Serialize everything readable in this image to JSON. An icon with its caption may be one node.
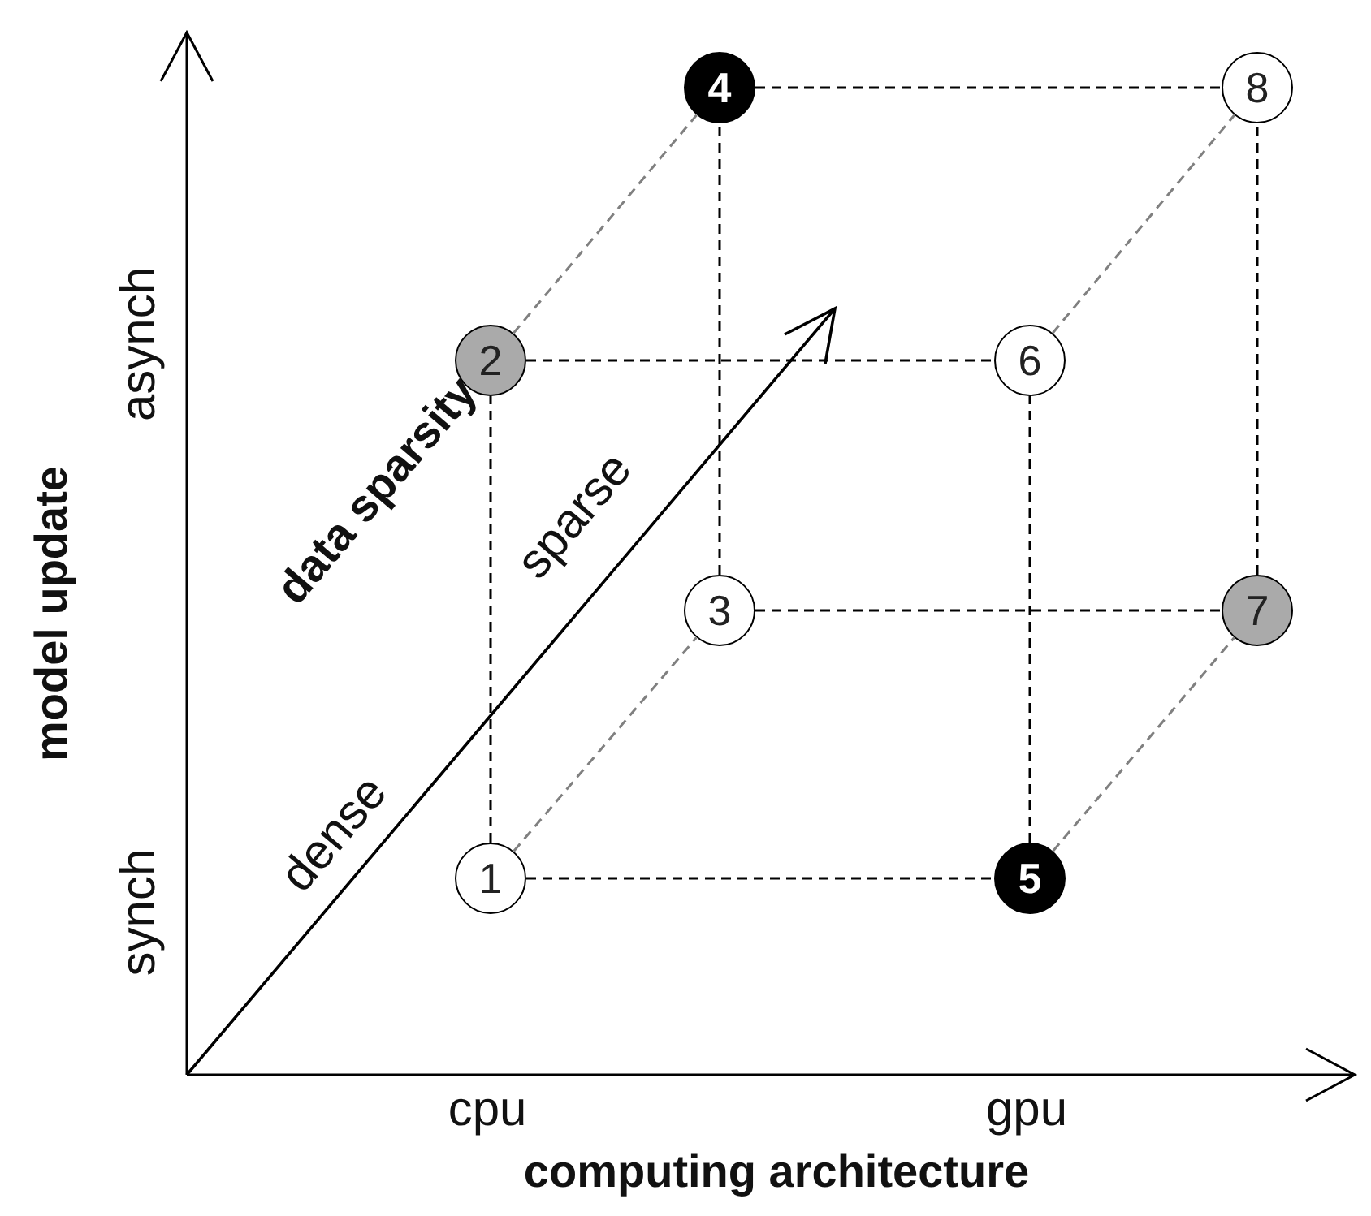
{
  "diagram": {
    "nodes": [
      {
        "text": [
          "1"
        ]
      },
      {
        "text": [
          "2"
        ]
      },
      {
        "text": [
          "3"
        ]
      },
      {
        "text": [
          "4"
        ]
      },
      {
        "text": [
          "5"
        ]
      },
      {
        "text": [
          "6"
        ]
      },
      {
        "text": [
          "7"
        ]
      },
      {
        "text": [
          "8"
        ]
      }
    ],
    "edges": [
      {
        "from": 0,
        "to": 4,
        "arrow": "none",
        "style": "dashed"
      },
      {
        "from": 0,
        "to": 1,
        "arrow": "none",
        "style": "dashed"
      },
      {
        "from": 0,
        "to": 2,
        "arrow": "none",
        "style": "dashed",
        "color": "#808080"
      },
      {
        "from": 1,
        "to": 5,
        "arrow": "none",
        "style": "dashed"
      },
      {
        "from": 1,
        "to": 3,
        "arrow": "none",
        "style": "dashed",
        "color": "#808080"
      },
      {
        "from": 2,
        "to": 6,
        "arrow": "none",
        "style": "dashed"
      },
      {
        "from": 2,
        "to": 3,
        "arrow": "none",
        "style": "dashed"
      },
      {
        "from": 4,
        "to": 5,
        "arrow": "none",
        "style": "dashed"
      },
      {
        "from": 4,
        "to": 6,
        "arrow": "none",
        "style": "dashed",
        "color": "#808080"
      },
      {
        "from": 5,
        "to": 7,
        "arrow": "none",
        "style": "dashed",
        "color": "#808080"
      },
      {
        "from": 3,
        "to": 7,
        "arrow": "none",
        "style": "dashed"
      },
      {
        "from": 6,
        "to": 7,
        "arrow": "none",
        "style": "dashed"
      }
    ],
    "labels": [
      "model update",
      "asynch",
      "synch",
      "data sparsity",
      "dense",
      "sparse",
      "cpu",
      "gpu",
      "computing architecture"
    ]
  }
}
